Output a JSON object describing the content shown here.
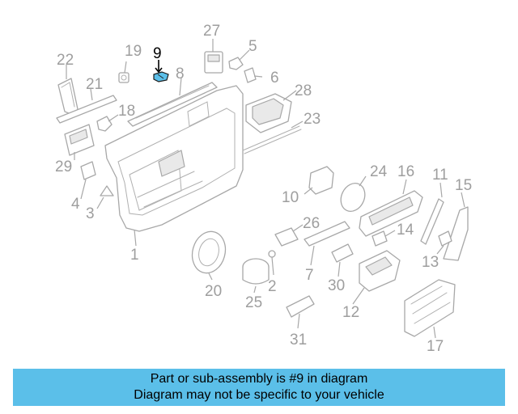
{
  "diagram": {
    "highlight_color": "#5bbfe9",
    "callouts": {
      "c1": "1",
      "c2": "2",
      "c3": "3",
      "c4": "4",
      "c5": "5",
      "c6": "6",
      "c7": "7",
      "c8": "8",
      "c9": "9",
      "c10": "10",
      "c11": "11",
      "c12": "12",
      "c13": "13",
      "c14": "14",
      "c15": "15",
      "c16": "16",
      "c17": "17",
      "c18": "18",
      "c19": "19",
      "c20": "20",
      "c21": "21",
      "c22": "22",
      "c23": "23",
      "c24": "24",
      "c25": "25",
      "c26": "26",
      "c27": "27",
      "c28": "28",
      "c29": "29",
      "c30": "30",
      "c31": "31"
    }
  },
  "info_bar": {
    "line1": "Part or sub-assembly is #9 in diagram",
    "line2": "Diagram may not be specific to your vehicle",
    "background": "#5bbfe9"
  }
}
